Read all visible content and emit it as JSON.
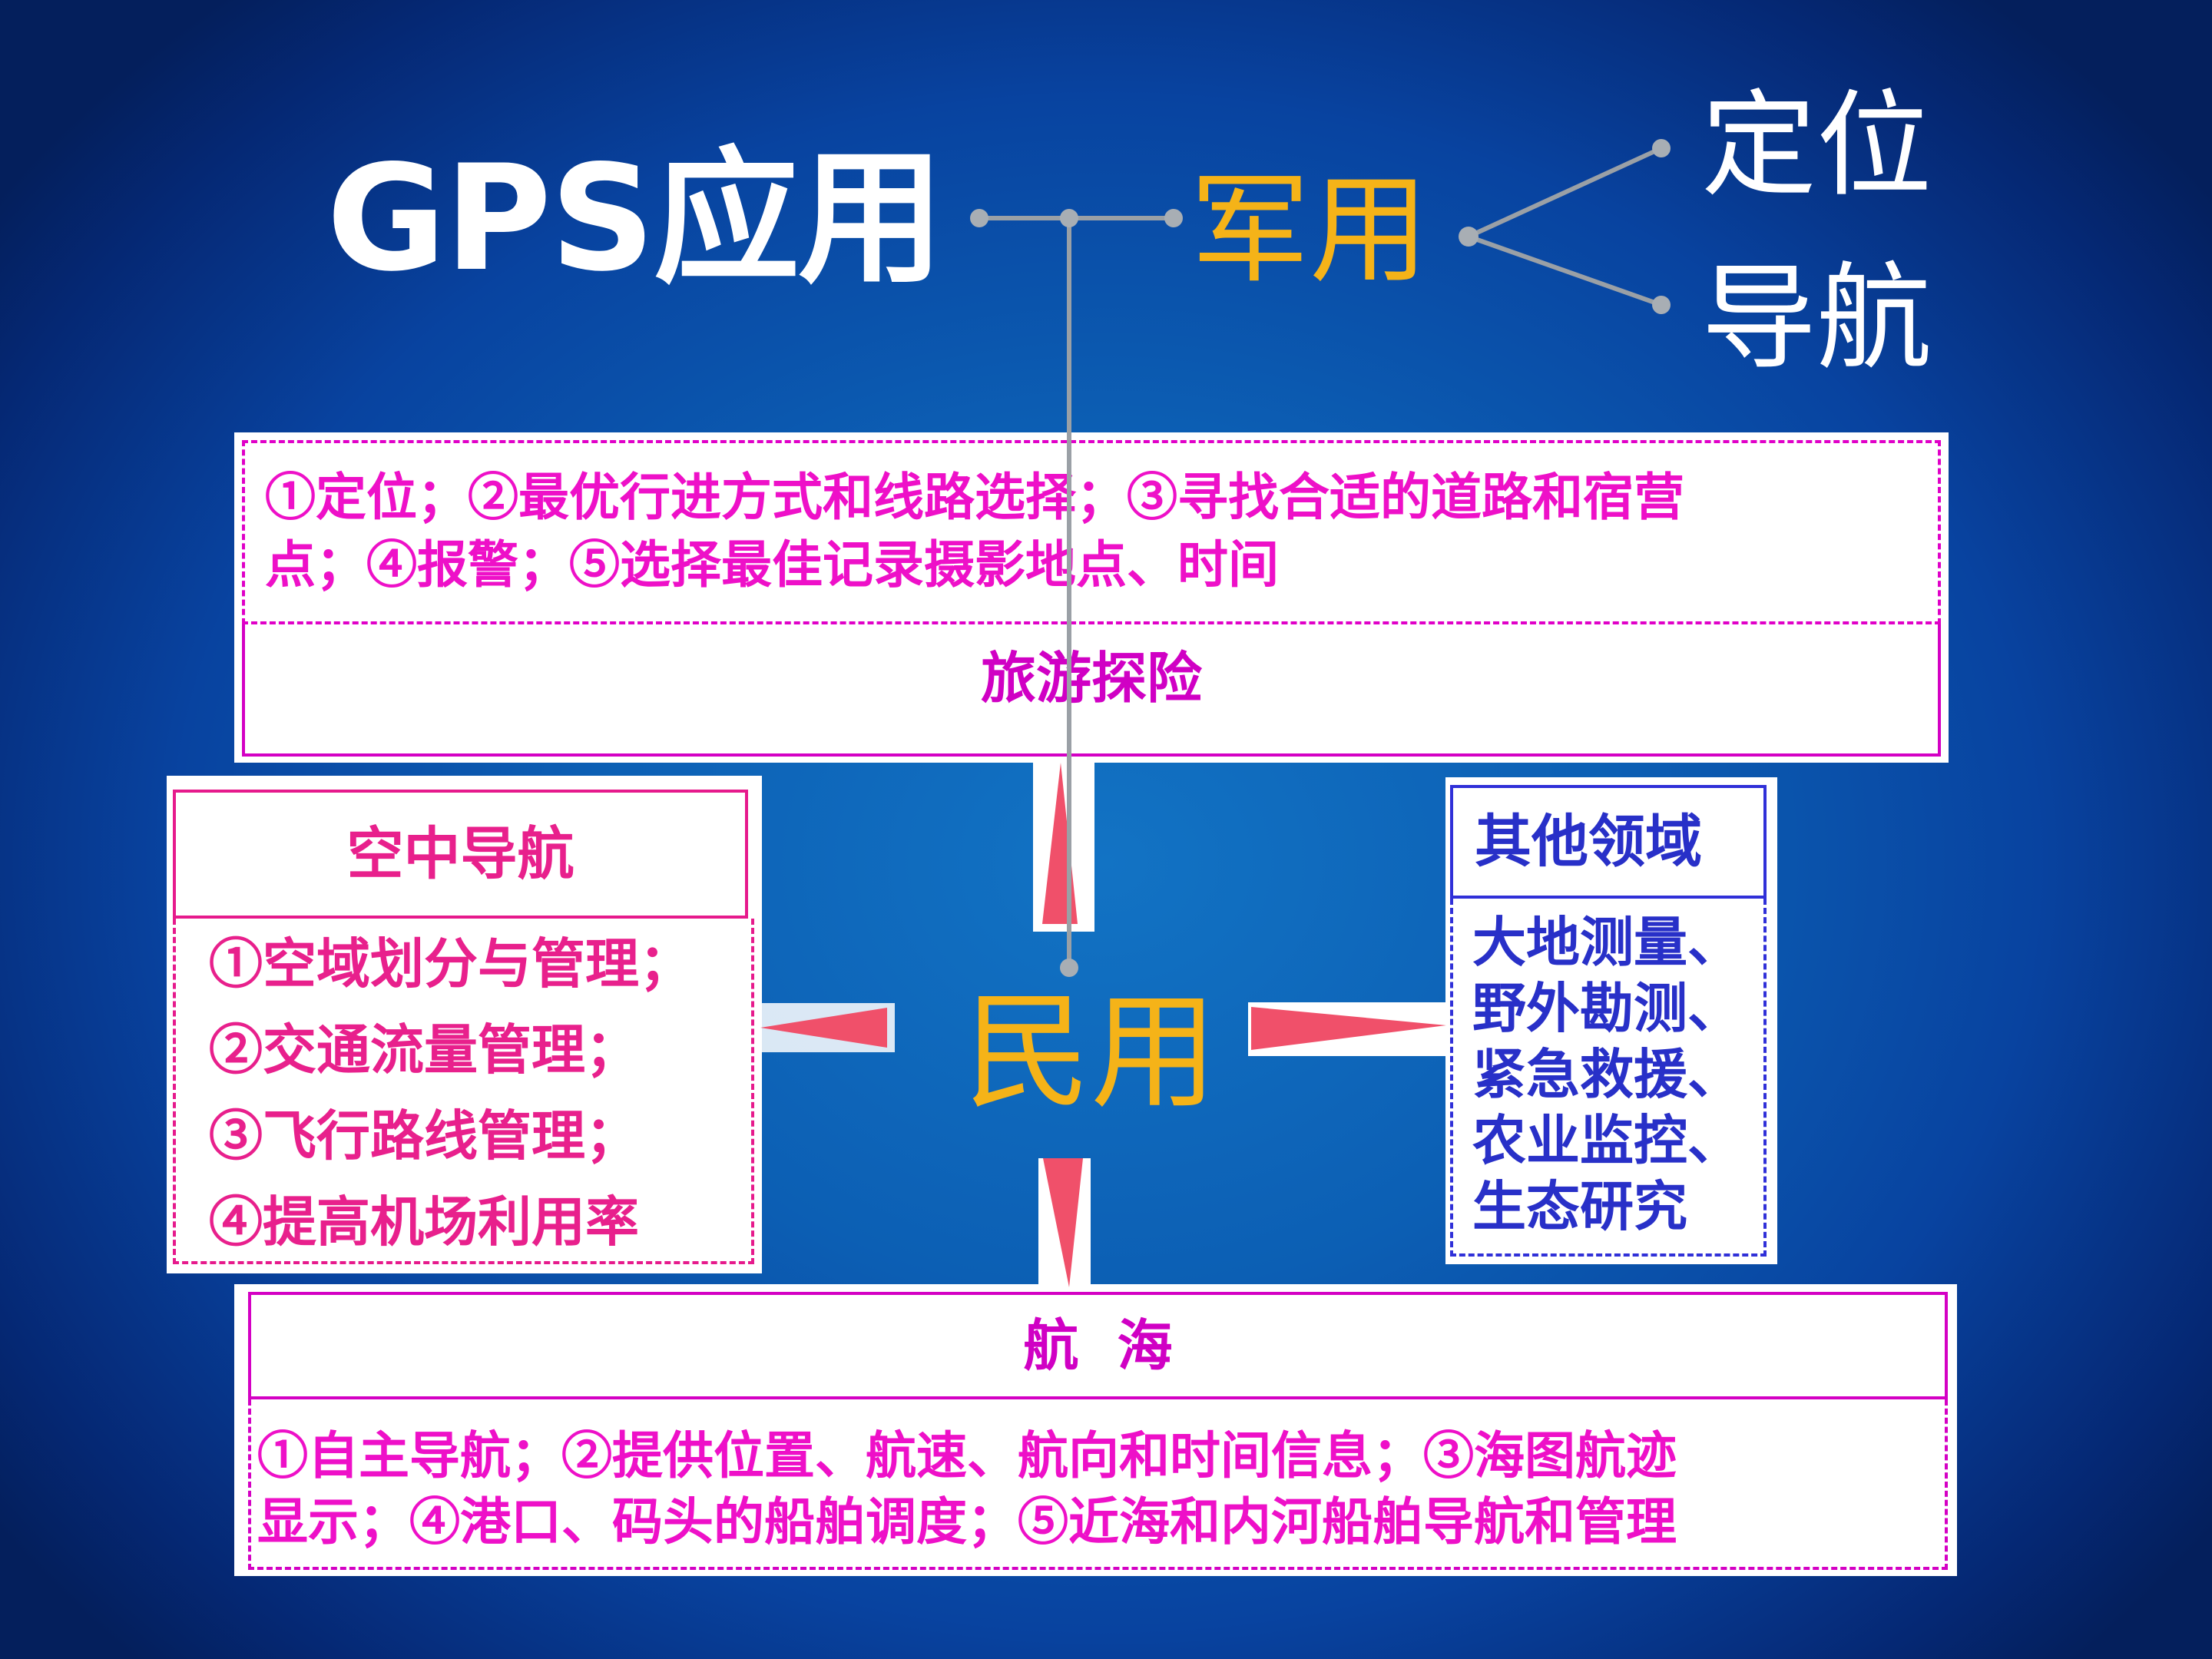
{
  "title": "GPS应用",
  "military": {
    "label": "军用",
    "branches": [
      "定位",
      "导航"
    ]
  },
  "civil": {
    "label": "民用"
  },
  "tourism": {
    "header": "旅游探险",
    "details_line1": "①定位；②最优行进方式和线路选择；③寻找合适的道路和宿营",
    "details_line2": "点；④报警；⑤选择最佳记录摄影地点、时间"
  },
  "air_navigation": {
    "header": "空中导航",
    "items": [
      "①空域划分与管理；",
      "②交通流量管理；",
      "③飞行路线管理；",
      "④提高机场利用率"
    ]
  },
  "other_fields": {
    "header": "其他领域",
    "items": [
      "大地测量、",
      "野外勘测、",
      "紧急救援、",
      "农业监控、",
      "生态研究"
    ]
  },
  "maritime": {
    "header": "航  海",
    "details_line1": "①自主导航；②提供位置、航速、航向和时间信息；③海图航迹",
    "details_line2": "显示；④港口、码头的船舶调度；⑤近海和内河船舶导航和管理"
  },
  "colors": {
    "accent_gold": "#f5b318",
    "magenta": "#ee10c8",
    "pink": "#e8208c",
    "blue_text": "#2830c8",
    "wedge_red": "#f0506a"
  }
}
